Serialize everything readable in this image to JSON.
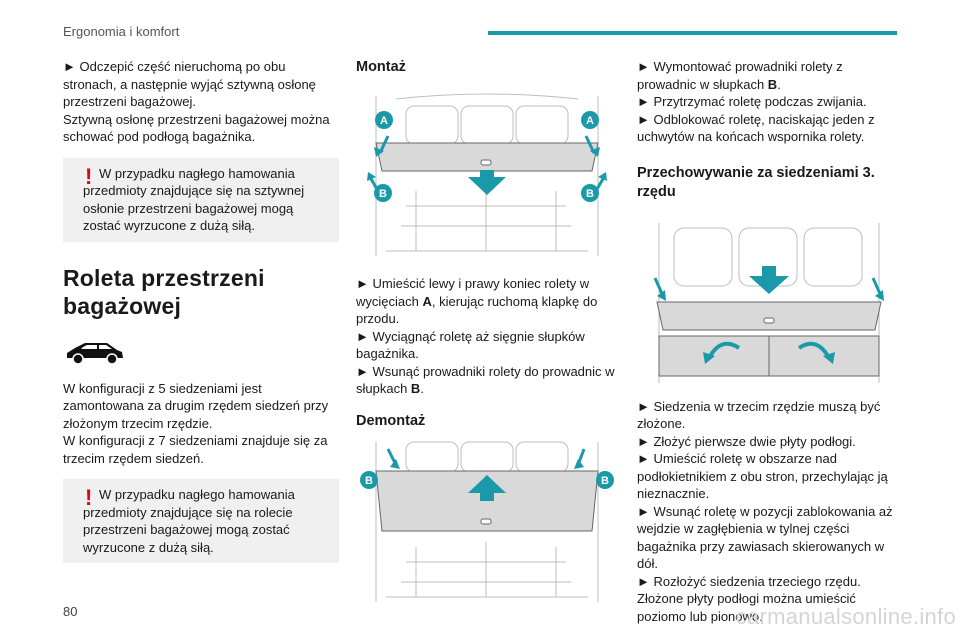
{
  "header": {
    "section_title": "Ergonomia i komfort"
  },
  "footer": {
    "page_number": "80",
    "watermark": "carmanualsonline.info"
  },
  "col1": {
    "p1": "► Odczepić część nieruchomą po obu stronach, a następnie wyjąć sztywną osłonę przestrzeni bagażowej.",
    "p2": "Sztywną osłonę przestrzeni bagażowej można schować pod podłogą bagażnika.",
    "warning1": "W przypadku nagłego hamowania przedmioty znajdujące się na sztywnej osłonie przestrzeni bagażowej mogą zostać wyrzucone z dużą siłą.",
    "heading": "Roleta przestrzeni bagażowej",
    "p3": "W konfiguracji z 5 siedzeniami jest zamontowana za drugim rzędem siedzeń przy złożonym trzecim rzędzie.",
    "p4": "W konfiguracji z 7 siedzeniami znajduje się za trzecim rzędem siedzeń.",
    "warning2": "W przypadku nagłego hamowania przedmioty znajdujące się na rolecie przestrzeni bagażowej mogą zostać wyrzucone z dużą siłą.",
    "warning_icon": "exclamation-mark",
    "car_icon": "suv-silhouette-icon"
  },
  "col2": {
    "heading_mount": "Montaż",
    "label_a": "A",
    "label_b": "B",
    "mount_s1_pre": "► Umieścić lewy i prawy koniec rolety w wycięciach ",
    "mount_s1_bold": "A",
    "mount_s1_post": ", kierując ruchomą klapkę do przodu.",
    "mount_s2": "► Wyciągnąć roletę aż sięgnie słupków bagażnika.",
    "mount_s3_pre": "► Wsunąć prowadniki rolety do prowadnic w słupkach ",
    "mount_s3_bold": "B",
    "mount_s3_post": ".",
    "heading_dismount": "Demontaż"
  },
  "col3": {
    "s1_pre": "► Wymontować prowadniki rolety z prowadnic w słupkach ",
    "s1_bold": "B",
    "s1_post": ".",
    "s2": "► Przytrzymać roletę podczas zwijania.",
    "s3": "► Odblokować roletę, naciskając jeden z uchwytów na końcach wspornika rolety.",
    "heading_storage": "Przechowywanie za siedzeniami 3. rzędu",
    "t1": "► Siedzenia w trzecim rzędzie muszą być złożone.",
    "t2": "► Złożyć pierwsze dwie płyty podłogi.",
    "t3": "► Umieścić roletę w obszarze nad podłokietnikiem z obu stron, przechylając ją nieznacznie.",
    "t4": "► Wsunąć roletę w pozycji zablokowania aż wejdzie w zagłębienia w tylnej części bagażnika przy zawiasach skierowanych w dół.",
    "t5": "► Rozłożyć siedzenia trzeciego rzędu.",
    "t6": "Złożone płyty podłogi można umieścić poziomo lub pionowo."
  },
  "colors": {
    "accent": "#1a9aa8",
    "warning": "#e2001a",
    "label_circle": "#1a9aa8",
    "callout_bg": "#f0f0f0"
  }
}
